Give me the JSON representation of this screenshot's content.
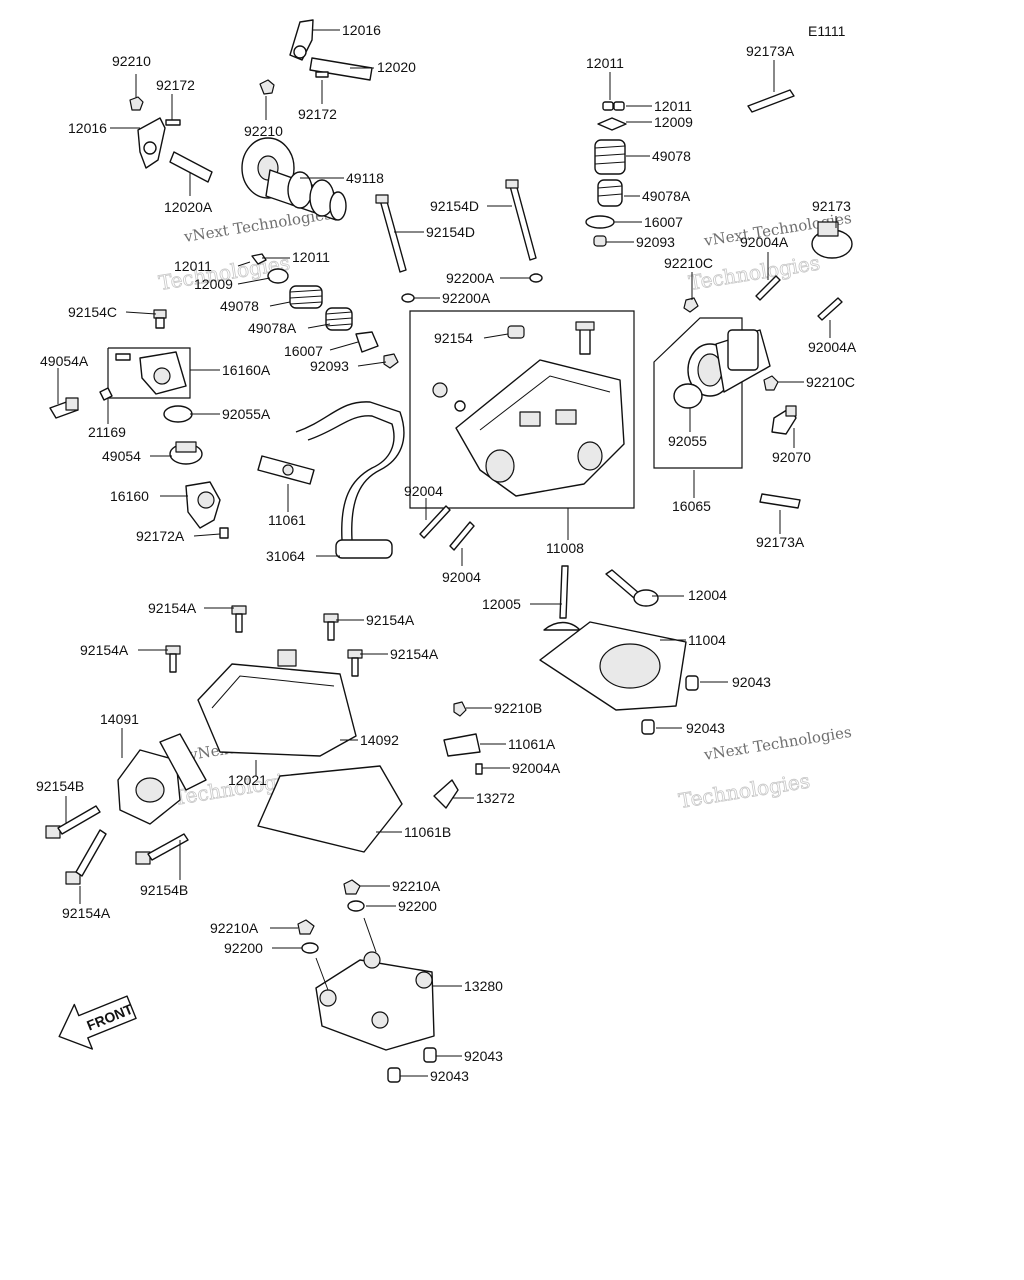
{
  "diagram": {
    "code": "E1111",
    "front_label": "FRONT",
    "watermarks": [
      "vNext Technologies",
      "Technologies"
    ]
  },
  "parts": {
    "p12016a": "12016",
    "p12020": "12020",
    "p92172a": "92172",
    "p92210a": "92210",
    "p92210": "92210",
    "p92172": "92172",
    "p12016": "12016",
    "p12020A": "12020A",
    "p49118": "49118",
    "p12011a": "12011",
    "p12011b": "12011",
    "p12009": "12009",
    "p49078": "49078",
    "p49078A": "49078A",
    "p16007": "16007",
    "p92093": "92093",
    "p92173A": "92173A",
    "p92154Da": "92154D",
    "p92154Db": "92154D",
    "p92200Aa": "92200A",
    "p92200Ab": "92200A",
    "p12011c": "12011",
    "p12011d": "12011",
    "p12009b": "12009",
    "p49078b": "49078",
    "p49078Ab": "49078A",
    "p16007b": "16007",
    "p92093b": "92093",
    "p92173": "92173",
    "p92004Aa": "92004A",
    "p92210Ca": "92210C",
    "p92004Ab": "92004A",
    "p92154C": "92154C",
    "p92154": "92154",
    "p92210Cb": "92210C",
    "p49054A": "49054A",
    "p16160A": "16160A",
    "p92055A": "92055A",
    "p21169": "21169",
    "p49054": "49054",
    "p92055": "92055",
    "p92070": "92070",
    "p16160": "16160",
    "p11061": "11061",
    "p92004a": "92004",
    "p16065": "16065",
    "p92172A": "92172A",
    "p92173Ab": "92173A",
    "p11008": "11008",
    "p31064": "31064",
    "p92004b": "92004",
    "p12005": "12005",
    "p12004": "12004",
    "p92154Aa": "92154A",
    "p92154Ab": "92154A",
    "p11004": "11004",
    "p92154Ac": "92154A",
    "p92154Ad": "92154A",
    "p92043a": "92043",
    "p14091": "14091",
    "p92210B": "92210B",
    "p14092": "14092",
    "p92043b": "92043",
    "p11061A": "11061A",
    "p12021": "12021",
    "p92004Ac": "92004A",
    "p92154Ba": "92154B",
    "p13272": "13272",
    "p11061B": "11061B",
    "p92154Ae": "92154A",
    "p92154Bb": "92154B",
    "p92210Aa": "92210A",
    "p92200a": "92200",
    "p92210Ab": "92210A",
    "p92200b": "92200",
    "p13280": "13280",
    "p92043c": "92043",
    "p92043d": "92043"
  }
}
